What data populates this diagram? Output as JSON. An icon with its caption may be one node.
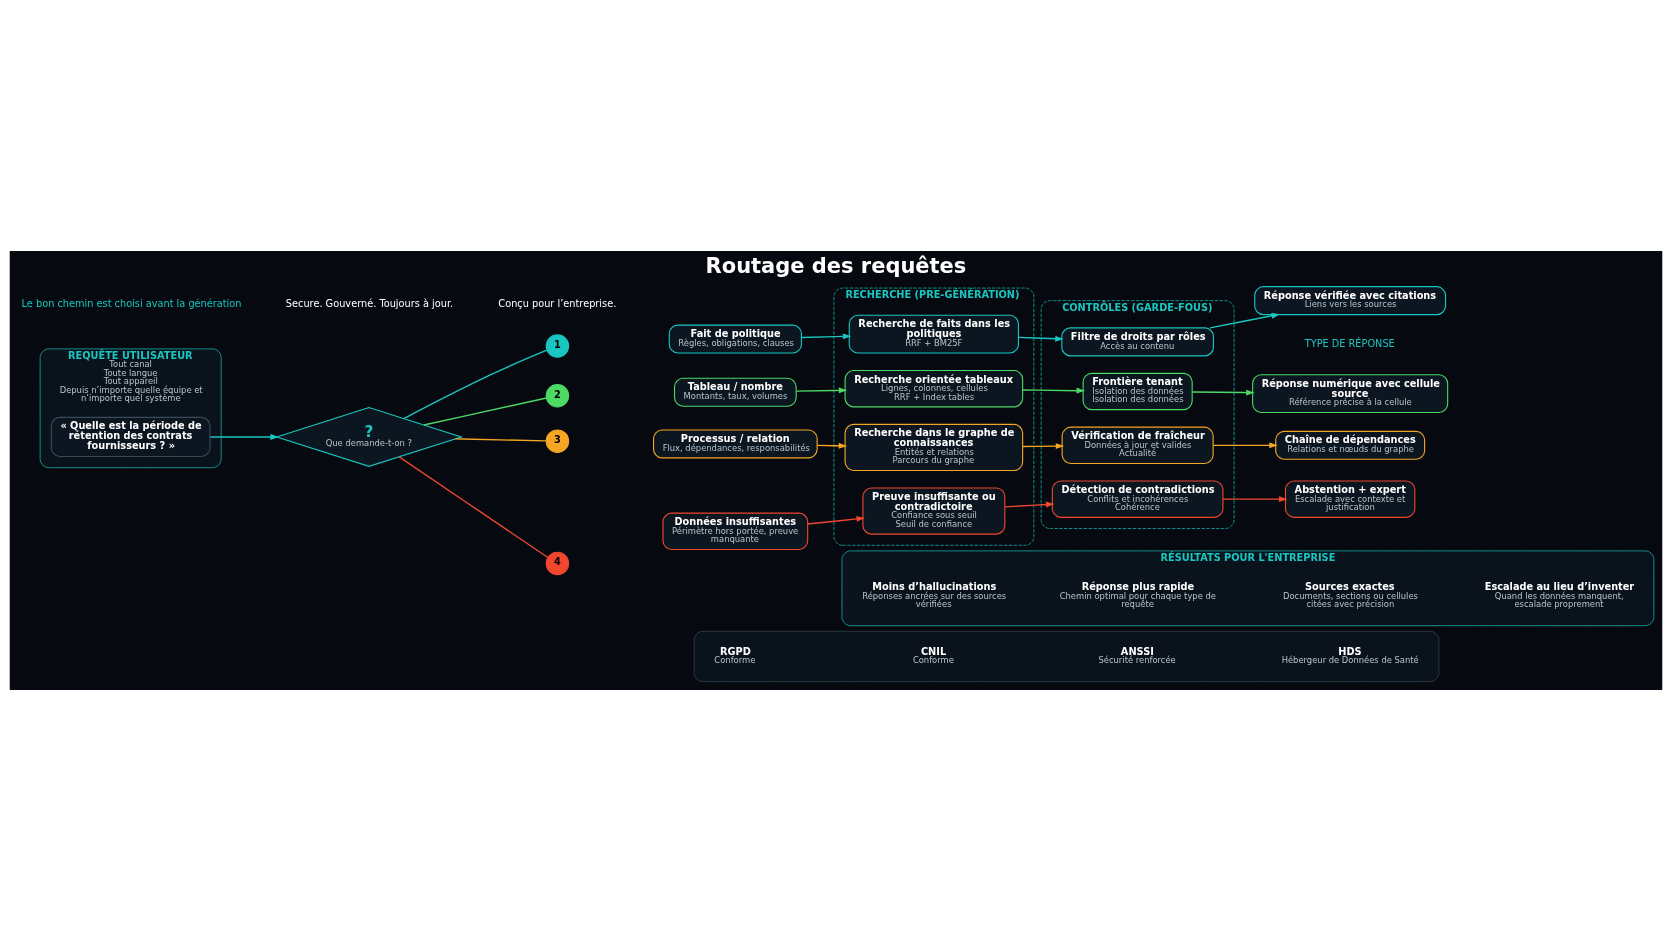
{
  "diagram": {
    "title": "Routage des requêtes",
    "nodes": [
      {
        "text": [
          "REQUÊTE UTILISATEUR",
          "Tout canal",
          "Toute langue",
          "Tout appareil",
          "Depuis n’importe quelle équipe et n’importe quel système"
        ]
      },
      {
        "text": [
          "« Quelle est la période de rétention des contrats fournisseurs ? »"
        ],
        "in": 0
      },
      {
        "text": [
          "?",
          "Que demande-t-on ?"
        ]
      },
      {
        "text": [
          "1"
        ]
      },
      {
        "text": [
          "2"
        ]
      },
      {
        "text": [
          "3"
        ]
      },
      {
        "text": [
          "4"
        ]
      },
      {
        "text": [
          "Fait de politique",
          "Règles, obligations, clauses"
        ]
      },
      {
        "text": [
          "Tableau / nombre",
          "Montants, taux, volumes"
        ]
      },
      {
        "text": [
          "Processus / relation",
          "Flux, dépendances, responsabilités"
        ]
      },
      {
        "text": [
          "Données insuffisantes",
          "Périmètre hors portée, preuve manquante"
        ]
      },
      {
        "text": [
          "RECHERCHE (PRE-GÉNÉRATION)"
        ]
      },
      {
        "text": [
          "Recherche de faits dans les politiques",
          "RRF + BM25F"
        ],
        "in": 11
      },
      {
        "text": [
          "Recherche orientée tableaux",
          "Lignes, colonnes, cellules",
          "RRF + Index tables"
        ],
        "in": 11
      },
      {
        "text": [
          "Recherche dans le graphe de connaissances",
          "Entités et relations",
          "Parcours du graphe"
        ],
        "in": 11
      },
      {
        "text": [
          "Preuve insuffisante ou contradictoire",
          "Confiance sous seuil",
          "Seuil de confiance"
        ],
        "in": 11
      },
      {
        "text": [
          "CONTRÔLES (GARDE-FOUS)"
        ]
      },
      {
        "text": [
          "Filtre de droits par rôles",
          "Accès au contenu"
        ],
        "in": 16
      },
      {
        "text": [
          "Frontière tenant",
          "Isolation des données",
          "Isolation des données"
        ],
        "in": 16
      },
      {
        "text": [
          "Vérification de fraîcheur",
          "Données à jour et valides",
          "Actualité"
        ],
        "in": 16
      },
      {
        "text": [
          "Détection de contradictions",
          "Conflits et incohérences",
          "Cohérence"
        ],
        "in": 16
      },
      {
        "text": [
          "Réponse vérifiée avec citations",
          "Liens vers les sources"
        ]
      },
      {
        "text": [
          "Réponse numérique avec cellule source",
          "Référence précise à la cellule"
        ]
      },
      {
        "text": [
          "Chaîne de dépendances",
          "Relations et nœuds du graphe"
        ]
      },
      {
        "text": [
          "Abstention + expert",
          "Escalade avec contexte et justification"
        ]
      },
      {
        "text": [
          "RÉSULTATS POUR L'ENTREPRISE"
        ]
      },
      {
        "text": [
          "Moins d’hallucinations",
          "Réponses ancrées sur des sources vérifiées"
        ],
        "in": 25
      },
      {
        "text": [
          "Réponse plus rapide",
          "Chemin optimal pour chaque type de requête"
        ],
        "in": 25
      },
      {
        "text": [
          "Sources exactes",
          "Documents, sections ou cellules citées avec précision"
        ],
        "in": 25
      },
      {
        "text": [
          "Escalade au lieu d’inventer",
          "Quand les données manquent, escalade proprement"
        ],
        "in": 25
      },
      {
        "text": [],
        "shape": "box"
      },
      {
        "text": [
          "RGPD",
          "Conforme"
        ],
        "in": 30
      },
      {
        "text": [
          "CNIL",
          "Conforme"
        ],
        "in": 30
      },
      {
        "text": [
          "ANSSI",
          "Sécurité renforcée"
        ],
        "in": 30
      },
      {
        "text": [
          "HDS",
          "Hébergeur de Données de Santé"
        ],
        "in": 30
      }
    ],
    "edges": [
      {
        "from": 1,
        "to": 2,
        "arrow": "to"
      },
      {
        "from": 2,
        "to": 3,
        "arrow": "none"
      },
      {
        "from": 2,
        "to": 4,
        "arrow": "none",
        "color": "#4cd964"
      },
      {
        "from": 2,
        "to": 5,
        "arrow": "none",
        "color": "#f5a623"
      },
      {
        "from": 2,
        "to": 6,
        "arrow": "none",
        "color": "#f0472e"
      },
      {
        "from": 7,
        "to": 12,
        "arrow": "to"
      },
      {
        "from": 8,
        "to": 13,
        "arrow": "to",
        "color": "#4cd964"
      },
      {
        "from": 9,
        "to": 14,
        "arrow": "to",
        "color": "#f5a623"
      },
      {
        "from": 10,
        "to": 15,
        "arrow": "to",
        "color": "#f0472e"
      },
      {
        "from": 12,
        "to": 17,
        "arrow": "to"
      },
      {
        "from": 13,
        "to": 18,
        "arrow": "to",
        "color": "#4cd964"
      },
      {
        "from": 14,
        "to": 19,
        "arrow": "to",
        "color": "#f5a623"
      },
      {
        "from": 15,
        "to": 20,
        "arrow": "to",
        "color": "#f0472e"
      },
      {
        "from": 17,
        "to": 21,
        "arrow": "to"
      },
      {
        "from": 18,
        "to": 22,
        "arrow": "to",
        "color": "#4cd964"
      },
      {
        "from": 19,
        "to": 23,
        "arrow": "to",
        "color": "#f5a623"
      },
      {
        "from": 20,
        "to": 24,
        "arrow": "to",
        "color": "#f0472e"
      }
    ],
    "labels": [
      "Le bon chemin est choisi avant la génération",
      "TYPE DE RÉPONSE",
      "Secure. Gouverné. Toujours à jour.",
      "Conçu pour l’entreprise."
    ]
  }
}
